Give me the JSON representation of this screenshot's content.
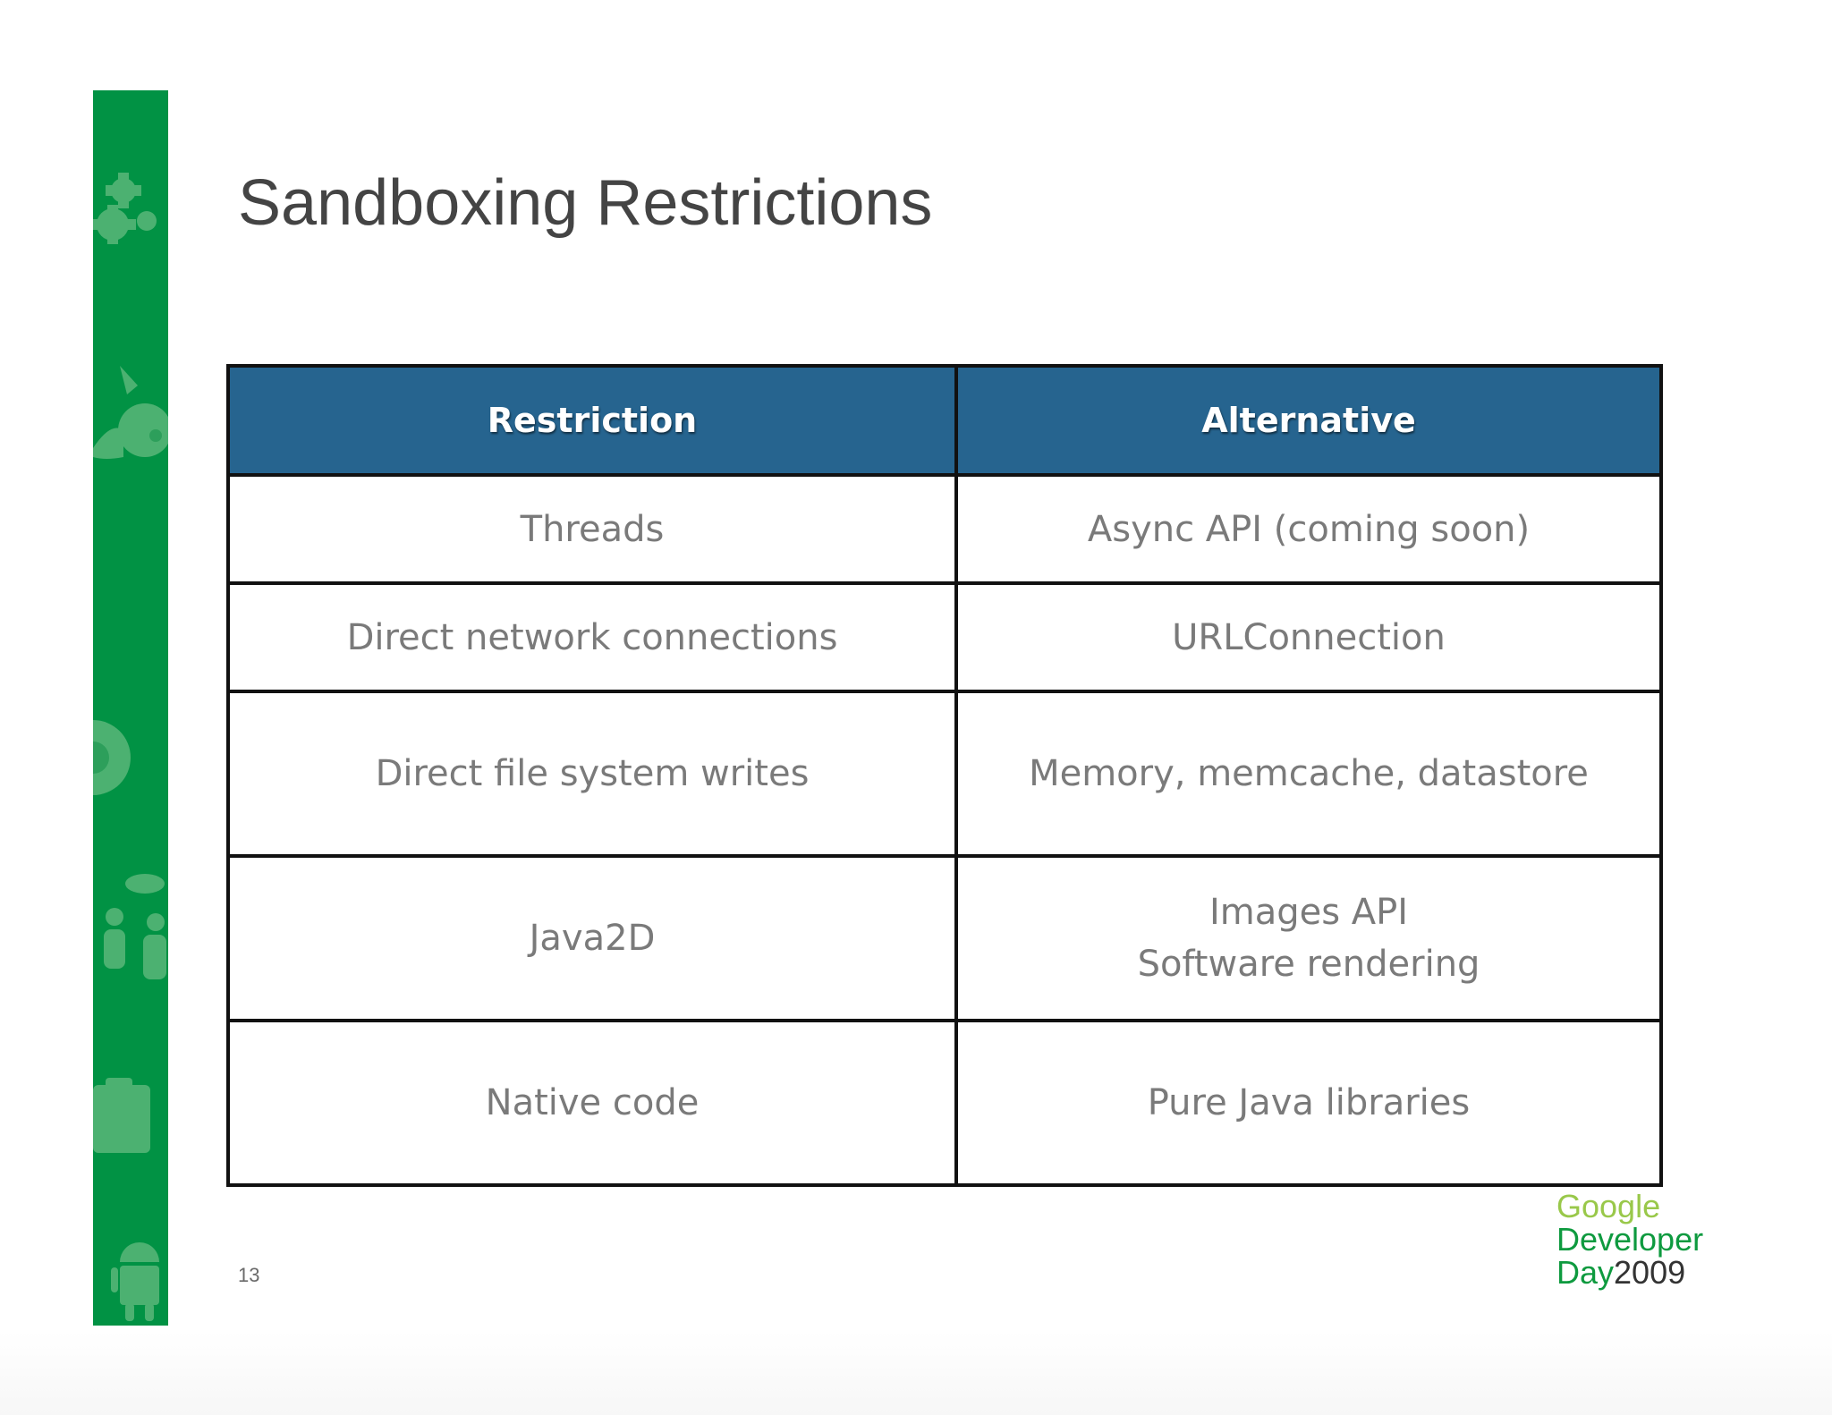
{
  "slide": {
    "title": "Sandboxing Restrictions",
    "page_number": "13"
  },
  "table": {
    "headers": [
      "Restriction",
      "Alternative"
    ],
    "rows": [
      {
        "restriction": "Threads",
        "alternative": [
          "Async API (coming soon)"
        ]
      },
      {
        "restriction": "Direct network connections",
        "alternative": [
          "URLConnection"
        ]
      },
      {
        "restriction": "Direct file system writes",
        "alternative": [
          "Memory, memcache, datastore"
        ]
      },
      {
        "restriction": "Java2D",
        "alternative": [
          "Images API",
          "Software rendering"
        ]
      },
      {
        "restriction": "Native code",
        "alternative": [
          "Pure Java libraries"
        ]
      }
    ]
  },
  "logo": {
    "line1": "Google",
    "line2": "Developer",
    "line3_word": "Day",
    "line3_year": "2009"
  },
  "colors": {
    "sidebar_green": "#019244",
    "header_blue": "#26648f",
    "cell_text": "#7a7a7a",
    "title_text": "#444444"
  },
  "icons": [
    "gears-icon",
    "cat-mascot-icon",
    "chrome-logo-icon",
    "people-chat-icon",
    "toolbox-icon",
    "android-robot-icon"
  ]
}
